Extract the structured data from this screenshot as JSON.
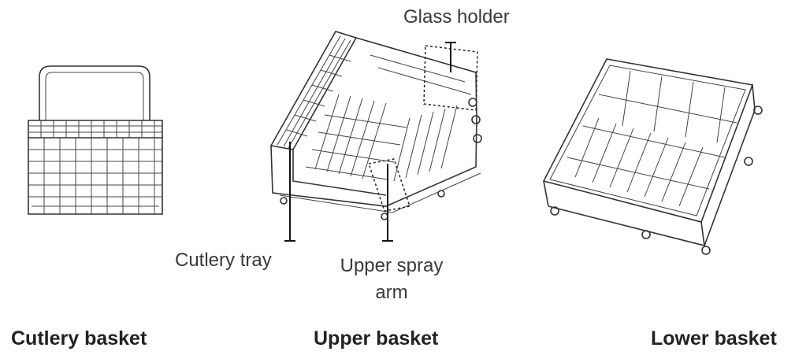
{
  "callouts": {
    "glass_holder": "Glass holder",
    "cutlery_tray": "Cutlery tray",
    "upper_spray_arm_line1": "Upper spray",
    "upper_spray_arm_line2": "arm"
  },
  "captions": {
    "cutlery_basket": "Cutlery basket",
    "upper_basket": "Upper basket",
    "lower_basket": "Lower basket"
  }
}
